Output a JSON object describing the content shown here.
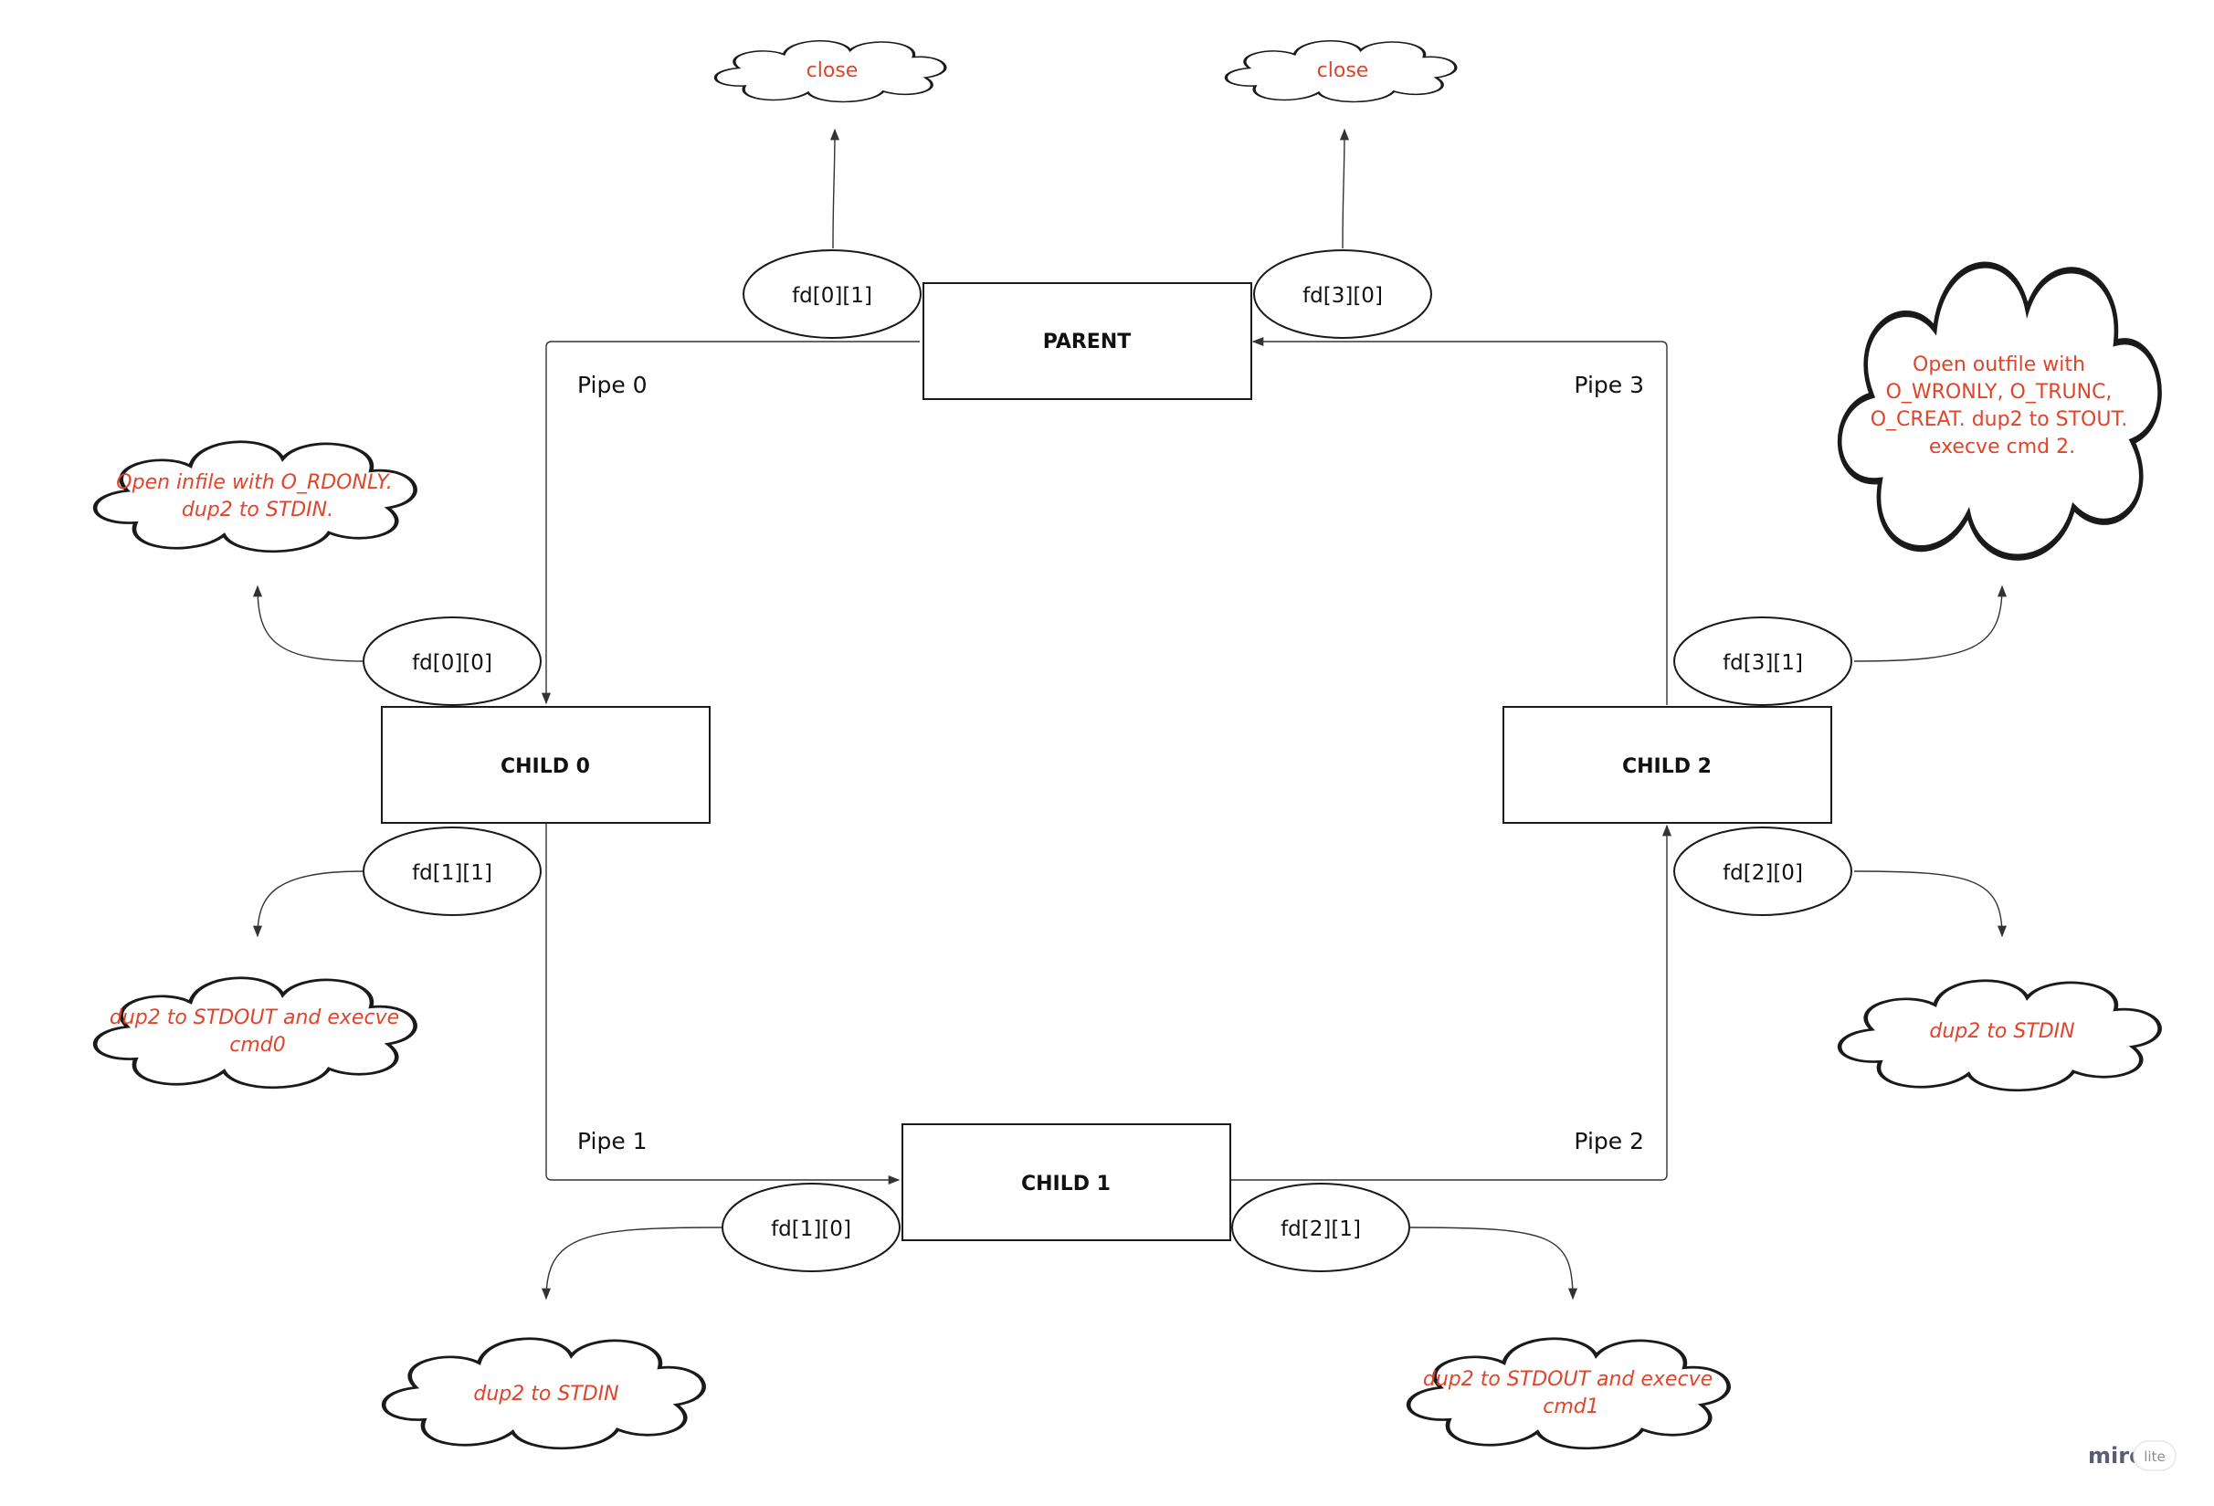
{
  "diagram": {
    "boxes": {
      "parent": "PARENT",
      "child0": "CHILD 0",
      "child1": "CHILD 1",
      "child2": "CHILD 2"
    },
    "pipes": {
      "pipe0": "Pipe 0",
      "pipe1": "Pipe 1",
      "pipe2": "Pipe 2",
      "pipe3": "Pipe 3"
    },
    "fds": {
      "fd01": "fd[0][1]",
      "fd30": "fd[3][0]",
      "fd00": "fd[0][0]",
      "fd31": "fd[3][1]",
      "fd11": "fd[1][1]",
      "fd20": "fd[2][0]",
      "fd10": "fd[1][0]",
      "fd21": "fd[2][1]"
    },
    "notes": {
      "close_left": "close",
      "close_right": "close",
      "child0_in": [
        "Open infile with O_RDONLY.",
        "dup2 to STDIN."
      ],
      "child2_out": [
        "Open outfile with",
        "O_WRONLY, O_TRUNC,",
        "O_CREAT. dup2 to STOUT.",
        "execve cmd 2."
      ],
      "child0_out": [
        "dup2 to STDOUT and execve",
        "cmd0"
      ],
      "child2_in": [
        "dup2 to STDIN"
      ],
      "child1_in": [
        "dup2 to STDIN"
      ],
      "child1_out": [
        "dup2 to STDOUT and execve",
        "cmd1"
      ]
    }
  },
  "branding": {
    "name": "miro",
    "tier": "lite"
  },
  "colors": {
    "note_text": "#e0442a",
    "stroke": "#1a1a1a"
  }
}
